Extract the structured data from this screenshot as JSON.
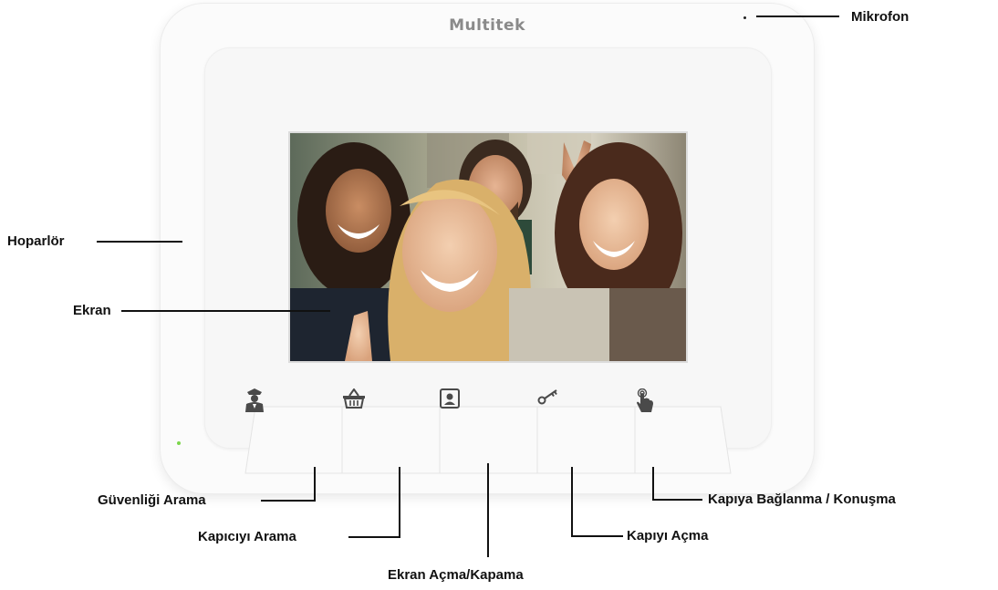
{
  "device": {
    "brand": "Multitek"
  },
  "labels": {
    "mikrofon": "Mikrofon",
    "hoparlor": "Hoparlör",
    "ekran": "Ekran",
    "guvenlik": "Güvenliği Arama",
    "kapici": "Kapıcıyı Arama",
    "ekran_ac_kapa": "Ekran Açma/Kapama",
    "kapi_ac": "Kapıyı Açma",
    "kapi_baglan": "Kapıya Bağlanma / Konuşma"
  },
  "buttons": [
    {
      "icon": "security-guard-icon"
    },
    {
      "icon": "basket-icon"
    },
    {
      "icon": "person-portrait-icon"
    },
    {
      "icon": "key-icon"
    },
    {
      "icon": "touch-finger-icon"
    }
  ],
  "colors": {
    "device_body": "#fbfbfb",
    "bezel": "#f7f7f7",
    "led": "#7bd64b",
    "label_text": "#111111",
    "icon": "#4a4a4a"
  }
}
